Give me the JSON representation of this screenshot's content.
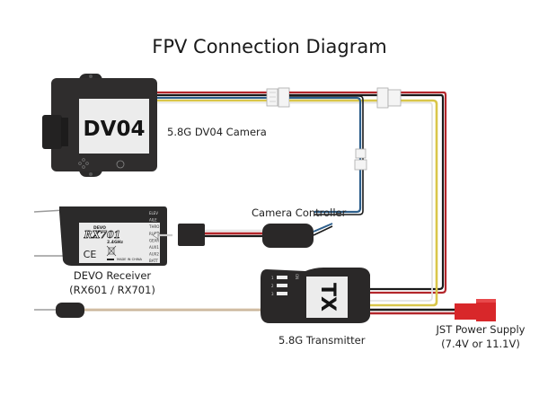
{
  "title": "FPV Connection Diagram",
  "components": {
    "camera": {
      "label": "5.8G DV04 Camera",
      "face_text": "DV04"
    },
    "receiver": {
      "label_line1": "DEVO Receiver",
      "label_line2": "(RX601 / RX701)",
      "brand": "DEVO",
      "model": "RX701",
      "frequency": "2.4GHz",
      "ce_mark": "CE",
      "made_in": "MADE IN CHINA",
      "channels": [
        "ELEV",
        "AILE",
        "THRO",
        "RUDD",
        "GEAR",
        "AUX1",
        "AUX2",
        "BATT"
      ]
    },
    "controller": {
      "label": "Camera Controller"
    },
    "transmitter": {
      "label": "5.8G Transmitter",
      "face_text": "TX",
      "dip_labels": [
        "1",
        "2",
        "3"
      ],
      "dip_header": "ON"
    },
    "power": {
      "label_line1": "JST Power Supply",
      "label_line2": "(7.4V or 11.1V)"
    }
  },
  "colors": {
    "device_body": "#2b2a2a",
    "wire_red": "#b3262b",
    "wire_black": "#1a1a1a",
    "wire_blue": "#2d5f8c",
    "wire_yellow": "#d9c64a",
    "wire_white": "#e8e8e8",
    "antenna": "#c9b498",
    "jst_plug": "#d8272a"
  }
}
